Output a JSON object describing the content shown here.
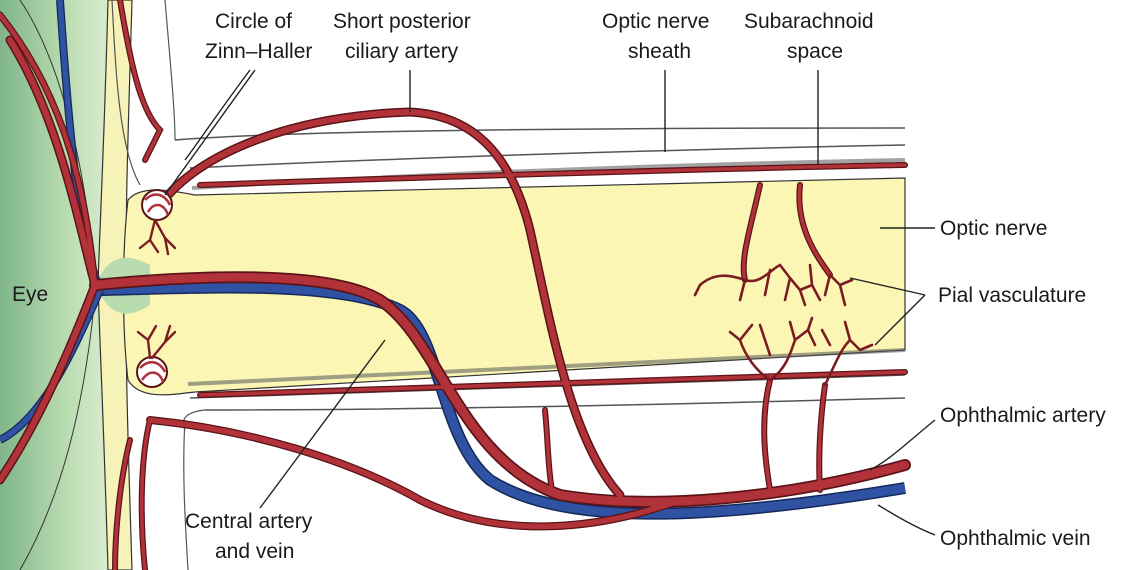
{
  "labels": {
    "circle_zinn_1": "Circle of",
    "circle_zinn_2": "Zinn–Haller",
    "short_posterior_1": "Short posterior",
    "short_posterior_2": "ciliary artery",
    "optic_sheath_1": "Optic nerve",
    "optic_sheath_2": "sheath",
    "subarachnoid_1": "Subarachnoid",
    "subarachnoid_2": "space",
    "optic_nerve": "Optic nerve",
    "eye": "Eye",
    "pial": "Pial vasculature",
    "ophthalmic_artery": "Ophthalmic artery",
    "central_1": "Central artery",
    "central_2": "and vein",
    "ophthalmic_vein": "Ophthalmic vein"
  },
  "colors": {
    "artery": "#b2323a",
    "artery_outline": "#5a1418",
    "vein": "#2f52a3",
    "vein_outline": "#16285a",
    "optic_nerve": "#fbf6b4",
    "eye": "#9ecb91",
    "sheath_line": "#444444"
  }
}
